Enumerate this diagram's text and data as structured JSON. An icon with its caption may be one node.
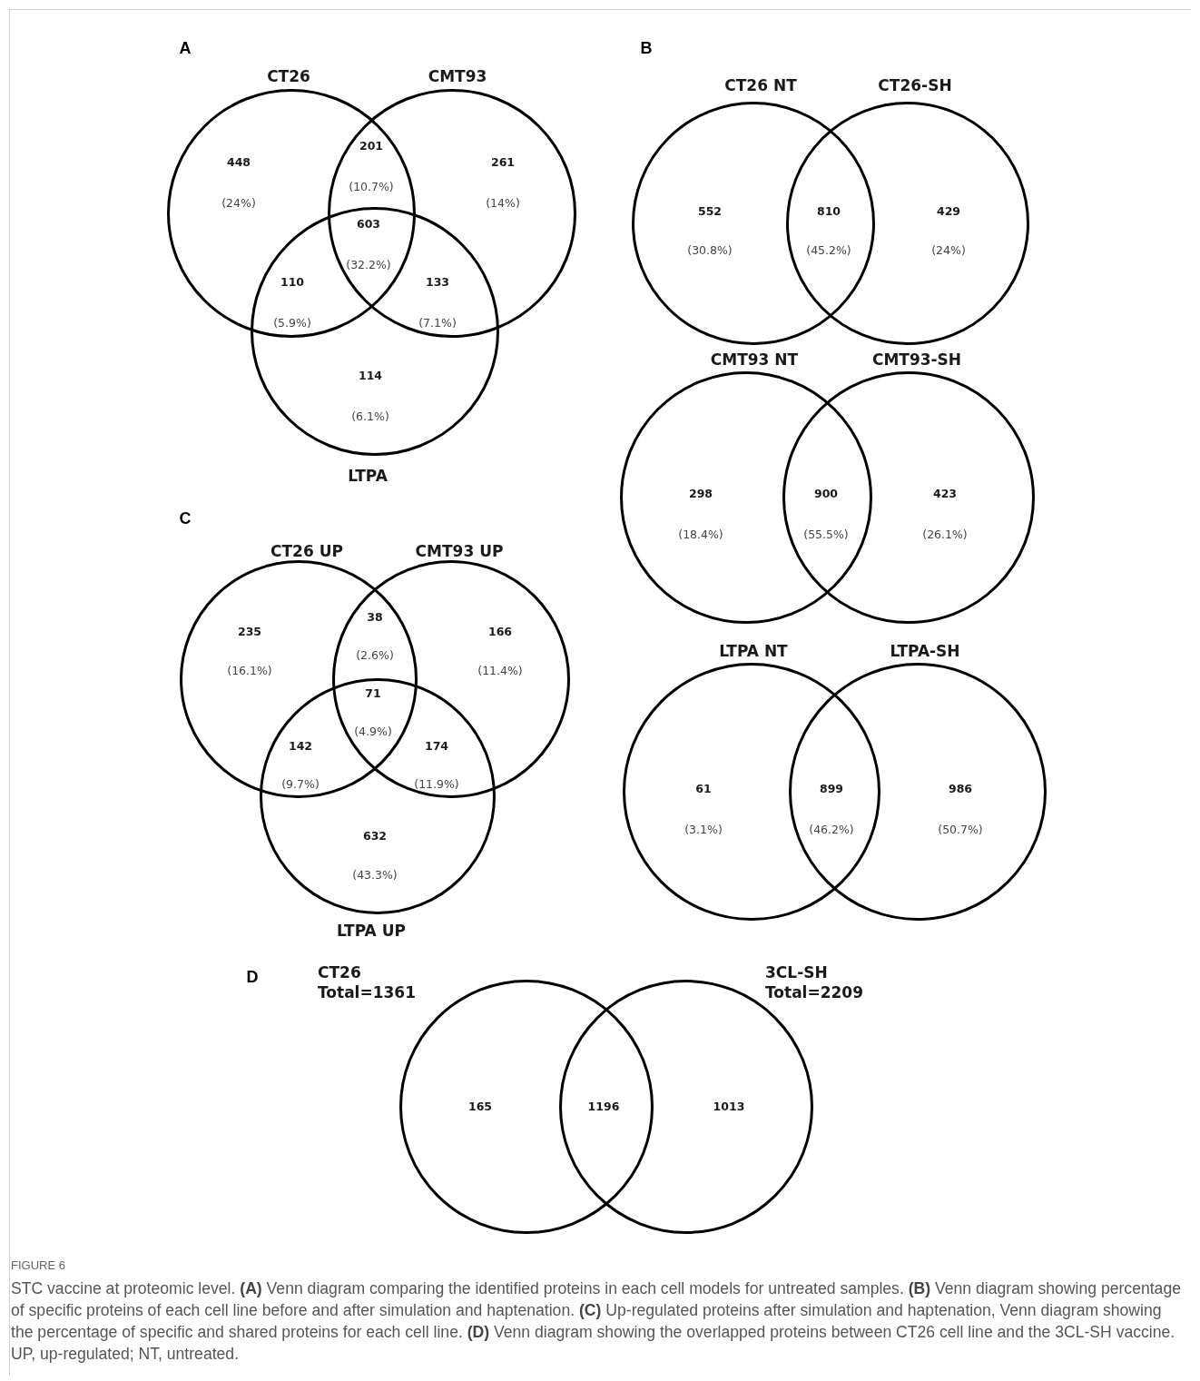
{
  "diagram": {
    "caption": "STC vaccine at proteomic level. **(A)** Venn diagram comparing the identified proteins in each cell models for untreated samples. **(B)** Venn diagram showing percentage of specific proteins of each cell line before and after simulation and haptenation. **(C)** Up-regulated proteins after simulation and haptenation, Venn diagram showing the percentage of specific and shared proteins for each cell line. **(D)** Venn diagram showing the overlapped proteins between CT26 cell line and the 3CL-SH vaccine. UP, up-regulated; NT, untreated.",
    "nodes": [
      {
        "text": [
          "CT26"
        ]
      },
      {
        "text": [
          "CMT93"
        ]
      },
      {
        "text": [
          "LTPA"
        ]
      },
      {
        "text": [
          "CT26 NT"
        ]
      },
      {
        "text": [
          "CT26-SH"
        ]
      },
      {
        "text": [
          "CMT93 NT"
        ]
      },
      {
        "text": [
          "CMT93-SH"
        ]
      },
      {
        "text": [
          "LTPA NT"
        ]
      },
      {
        "text": [
          "LTPA-SH"
        ]
      },
      {
        "text": [
          "CT26 UP"
        ]
      },
      {
        "text": [
          "CMT93 UP"
        ]
      },
      {
        "text": [
          "LTPA UP"
        ]
      },
      {
        "text": [
          "CT26 Total=1361"
        ]
      },
      {
        "text": [
          "3CL-SH Total=2209"
        ]
      }
    ],
    "labels": [
      "A",
      "B",
      "448",
      "(24%)",
      "201",
      "(10.7%)",
      "261",
      "(14%)",
      "603",
      "(32.2%)",
      "110",
      "(5.9%)",
      "133",
      "(7.1%)",
      "114",
      "(6.1%)",
      "552",
      "(30.8%)",
      "810",
      "(45.2%)",
      "429",
      "(24%)",
      "298",
      "(18.4%)",
      "900",
      "(55.5%)",
      "423",
      "(26.1%)",
      "C",
      "235",
      "(16.1%)",
      "38",
      "(2.6%)",
      "166",
      "(11.4%)",
      "71",
      "(4.9%)",
      "142",
      "(9.7%)",
      "174",
      "(11.9%)",
      "632",
      "(43.3%)",
      "61",
      "(3.1%)",
      "899",
      "(46.2%)",
      "986",
      "(50.7%)",
      "D",
      "165",
      "1196",
      "1013",
      "FIGURE 6"
    ]
  }
}
